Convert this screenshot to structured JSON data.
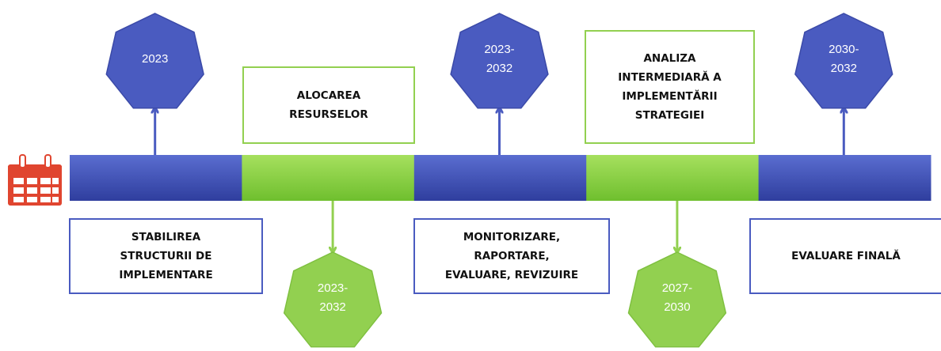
{
  "colors": {
    "blue": "#4a5bc0",
    "blue_segment_top": "#5a6dd0",
    "blue_segment_bottom": "#2f3e9e",
    "green": "#92d050",
    "green_segment_top": "#a6e05e",
    "green_segment_bottom": "#6fbf2e",
    "calendar_red": "#e0452f"
  },
  "calendar_icon": "calendar-icon",
  "timeline_segments": [
    "blue",
    "green",
    "blue",
    "green",
    "blue"
  ],
  "milestones": [
    {
      "period_lines": [
        "2023"
      ],
      "period_color": "blue",
      "period_side": "top",
      "stage_lines": [
        "STABILIREA",
        "STRUCTURII DE",
        "IMPLEMENTARE"
      ],
      "stage_side": "bottom"
    },
    {
      "period_lines": [
        "2023-",
        "2032"
      ],
      "period_color": "green",
      "period_side": "bottom",
      "stage_lines": [
        "ALOCAREA",
        "RESURSELOR"
      ],
      "stage_side": "top"
    },
    {
      "period_lines": [
        "2023-",
        "2032"
      ],
      "period_color": "blue",
      "period_side": "top",
      "stage_lines": [
        "MONITORIZARE,",
        "RAPORTARE,",
        "EVALUARE, REVIZUIRE"
      ],
      "stage_side": "bottom"
    },
    {
      "period_lines": [
        "2027-",
        "2030"
      ],
      "period_color": "green",
      "period_side": "bottom",
      "stage_lines": [
        "ANALIZA",
        "INTERMEDIARĂ A",
        "IMPLEMENTĂRII",
        "STRATEGIEI"
      ],
      "stage_side": "top"
    },
    {
      "period_lines": [
        "2030-",
        "2032"
      ],
      "period_color": "blue",
      "period_side": "top",
      "stage_lines": [
        "EVALUARE FINALĂ"
      ],
      "stage_side": "bottom"
    }
  ]
}
